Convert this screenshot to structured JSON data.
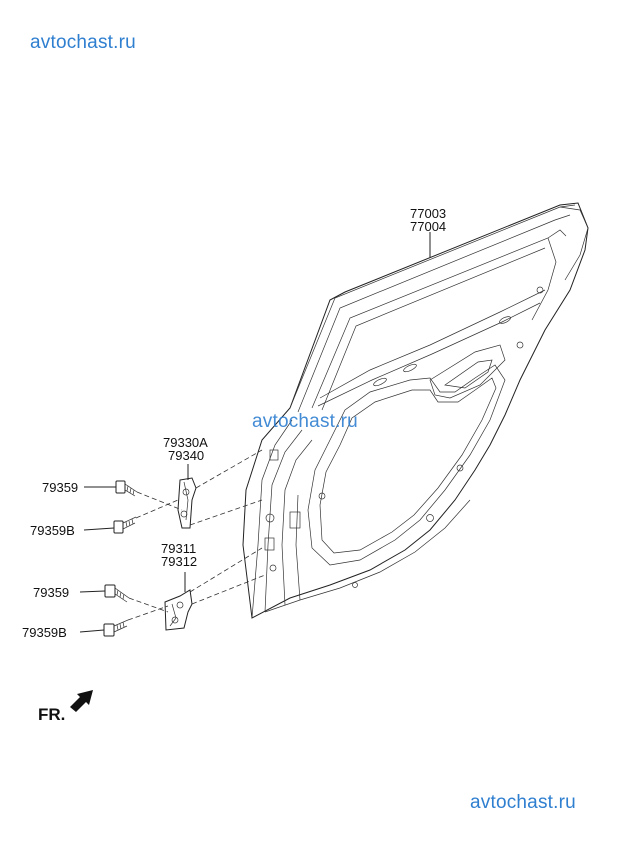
{
  "watermarks": {
    "top": "avtochast.ru",
    "middle": "avtochast.ru",
    "bottom": "avtochast.ru"
  },
  "labels": {
    "door_a": "77003",
    "door_b": "77004",
    "upper_hinge_a": "79330A",
    "upper_hinge_b": "79340",
    "bolt_upper_1": "79359",
    "bolt_upper_2": "79359B",
    "lower_hinge_a": "79311",
    "lower_hinge_b": "79312",
    "bolt_lower_1": "79359",
    "bolt_lower_2": "79359B"
  },
  "direction": {
    "front_label": "FR."
  }
}
